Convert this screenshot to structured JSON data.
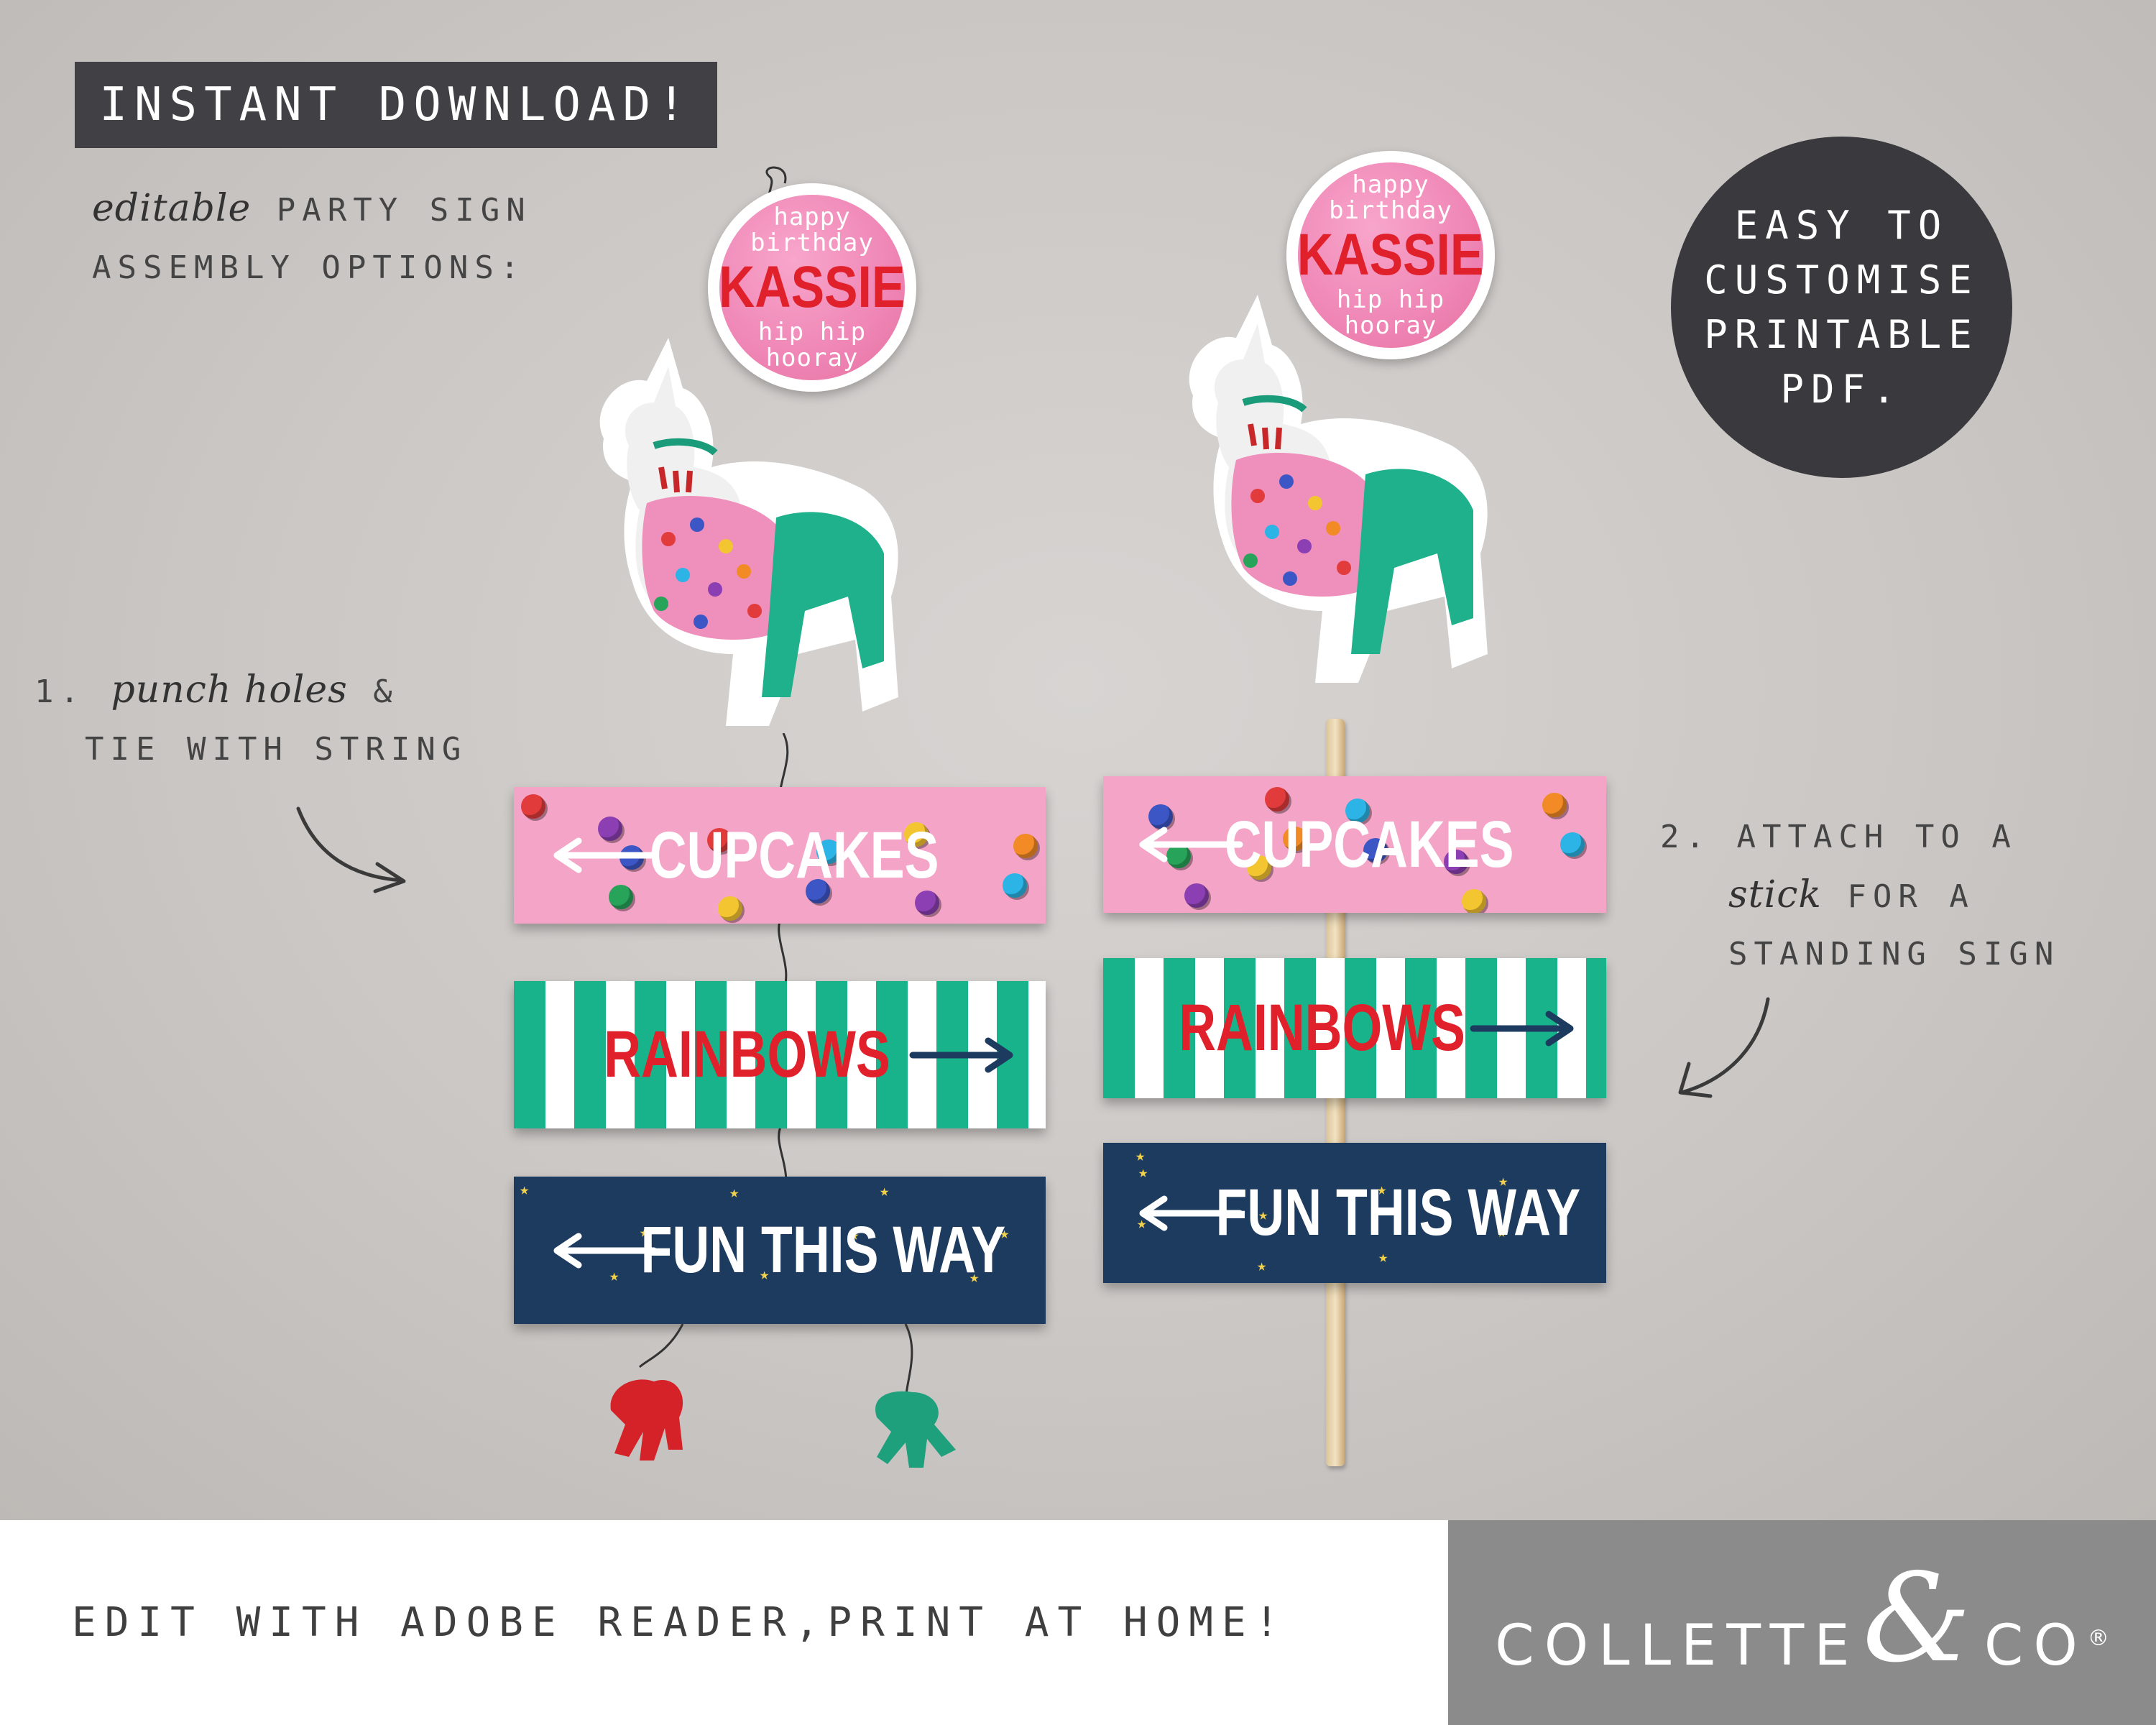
{
  "banner": "INSTANT DOWNLOAD!",
  "intro": {
    "script": "editable",
    "line1": "PARTY SIGN",
    "line2": "ASSEMBLY OPTIONS:"
  },
  "badge": {
    "line1": "EASY TO",
    "line2": "CUSTOMISE",
    "line3": "PRINTABLE",
    "line4": "PDF."
  },
  "option1": {
    "number": "1.",
    "script": "punch holes",
    "amp": "&",
    "line2": "TIE WITH STRING"
  },
  "option2": {
    "number": "2.",
    "line1": "ATTACH TO A",
    "script": "stick",
    "line2": "FOR A",
    "line3": "STANDING SIGN"
  },
  "balloon": {
    "line1": "happy",
    "line2": "birthday",
    "name": "KASSIE",
    "line3": "hip hip",
    "line4": "hooray"
  },
  "signs": {
    "cupcakes": "CUPCAKES",
    "rainbows": "RAINBOWS",
    "fun": "FUN THIS WAY"
  },
  "footer": {
    "instruction": "EDIT WITH ADOBE READER,PRINT AT HOME!",
    "brand_a": "COLLETTE",
    "brand_amp": "&",
    "brand_b": "CO",
    "reg": "®"
  },
  "colors": {
    "pink": "#f4a5c7",
    "green": "#18b38a",
    "navy": "#1d3b5f",
    "red": "#e0202a",
    "dark": "#3a393d"
  }
}
